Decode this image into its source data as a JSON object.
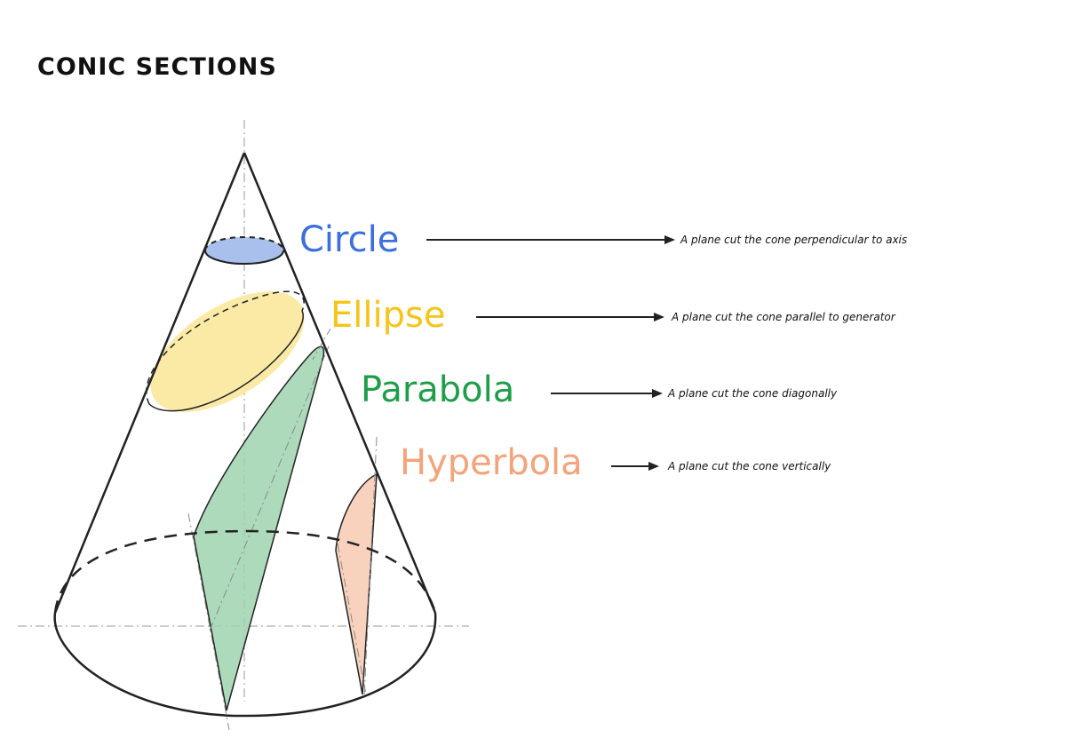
{
  "title": "CONIC SECTIONS",
  "sections": [
    {
      "name": "Circle",
      "color": "#3b6fe0",
      "fill": "#a9c0ec",
      "description": "A plane cut the cone perpendicular to axis"
    },
    {
      "name": "Ellipse",
      "color": "#f5c518",
      "fill": "#fbeaa5",
      "description": "A plane cut the cone parallel to generator"
    },
    {
      "name": "Parabola",
      "color": "#1f9e4a",
      "fill": "#9ed4ae",
      "description": "A plane cut the cone diagonally"
    },
    {
      "name": "Hyperbola",
      "color": "#f4a37a",
      "fill": "#f8d2bd",
      "description": "A plane cut the cone vertically"
    }
  ]
}
